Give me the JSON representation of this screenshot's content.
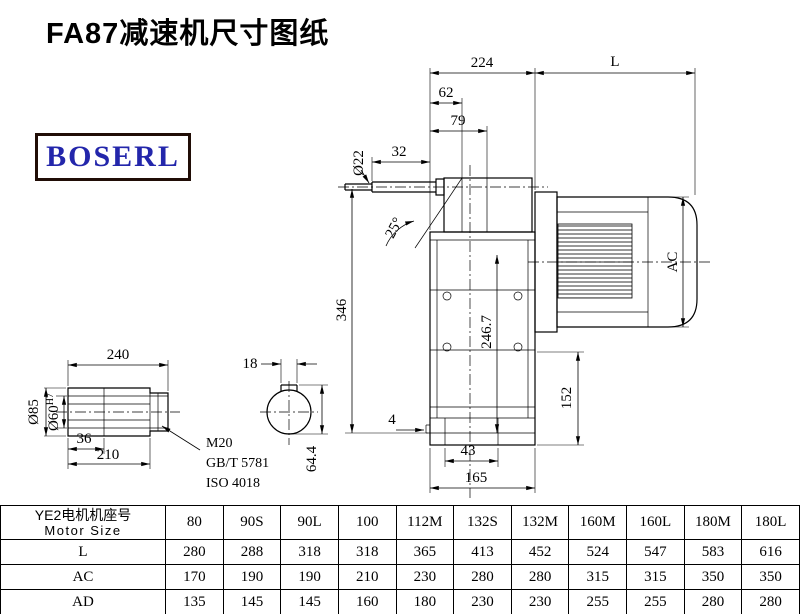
{
  "title": "FA87减速机尺寸图纸",
  "logo": "BOSERL",
  "dims": {
    "d224": "224",
    "dL": "L",
    "d62": "62",
    "d79": "79",
    "d32": "32",
    "dia22": "Ø22",
    "angle25": "25°",
    "d346": "346",
    "d246_7": "246.7",
    "dAC": "AC",
    "d152": "152",
    "d4": "4",
    "d43": "43",
    "d165": "165",
    "d240": "240",
    "dia85": "Ø85",
    "dia60": "Ø60",
    "dia60_tol": "H7",
    "d36": "36",
    "d210": "210",
    "d18": "18",
    "d64_4": "64.4",
    "thread": "M20",
    "thread_std_gb": "GB/T 5781",
    "thread_std_iso": "ISO 4018"
  },
  "table": {
    "header_cn": "YE2电机机座号",
    "header_en": "Motor Size",
    "columns": [
      "80",
      "90S",
      "90L",
      "100",
      "112M",
      "132S",
      "132M",
      "160M",
      "160L",
      "180M",
      "180L"
    ],
    "rows": [
      {
        "label": "L",
        "values": [
          "280",
          "288",
          "318",
          "318",
          "365",
          "413",
          "452",
          "524",
          "547",
          "583",
          "616"
        ]
      },
      {
        "label": "AC",
        "values": [
          "170",
          "190",
          "190",
          "210",
          "230",
          "280",
          "280",
          "315",
          "315",
          "350",
          "350"
        ]
      },
      {
        "label": "AD",
        "values": [
          "135",
          "145",
          "145",
          "160",
          "180",
          "230",
          "230",
          "255",
          "255",
          "280",
          "280"
        ]
      }
    ]
  }
}
